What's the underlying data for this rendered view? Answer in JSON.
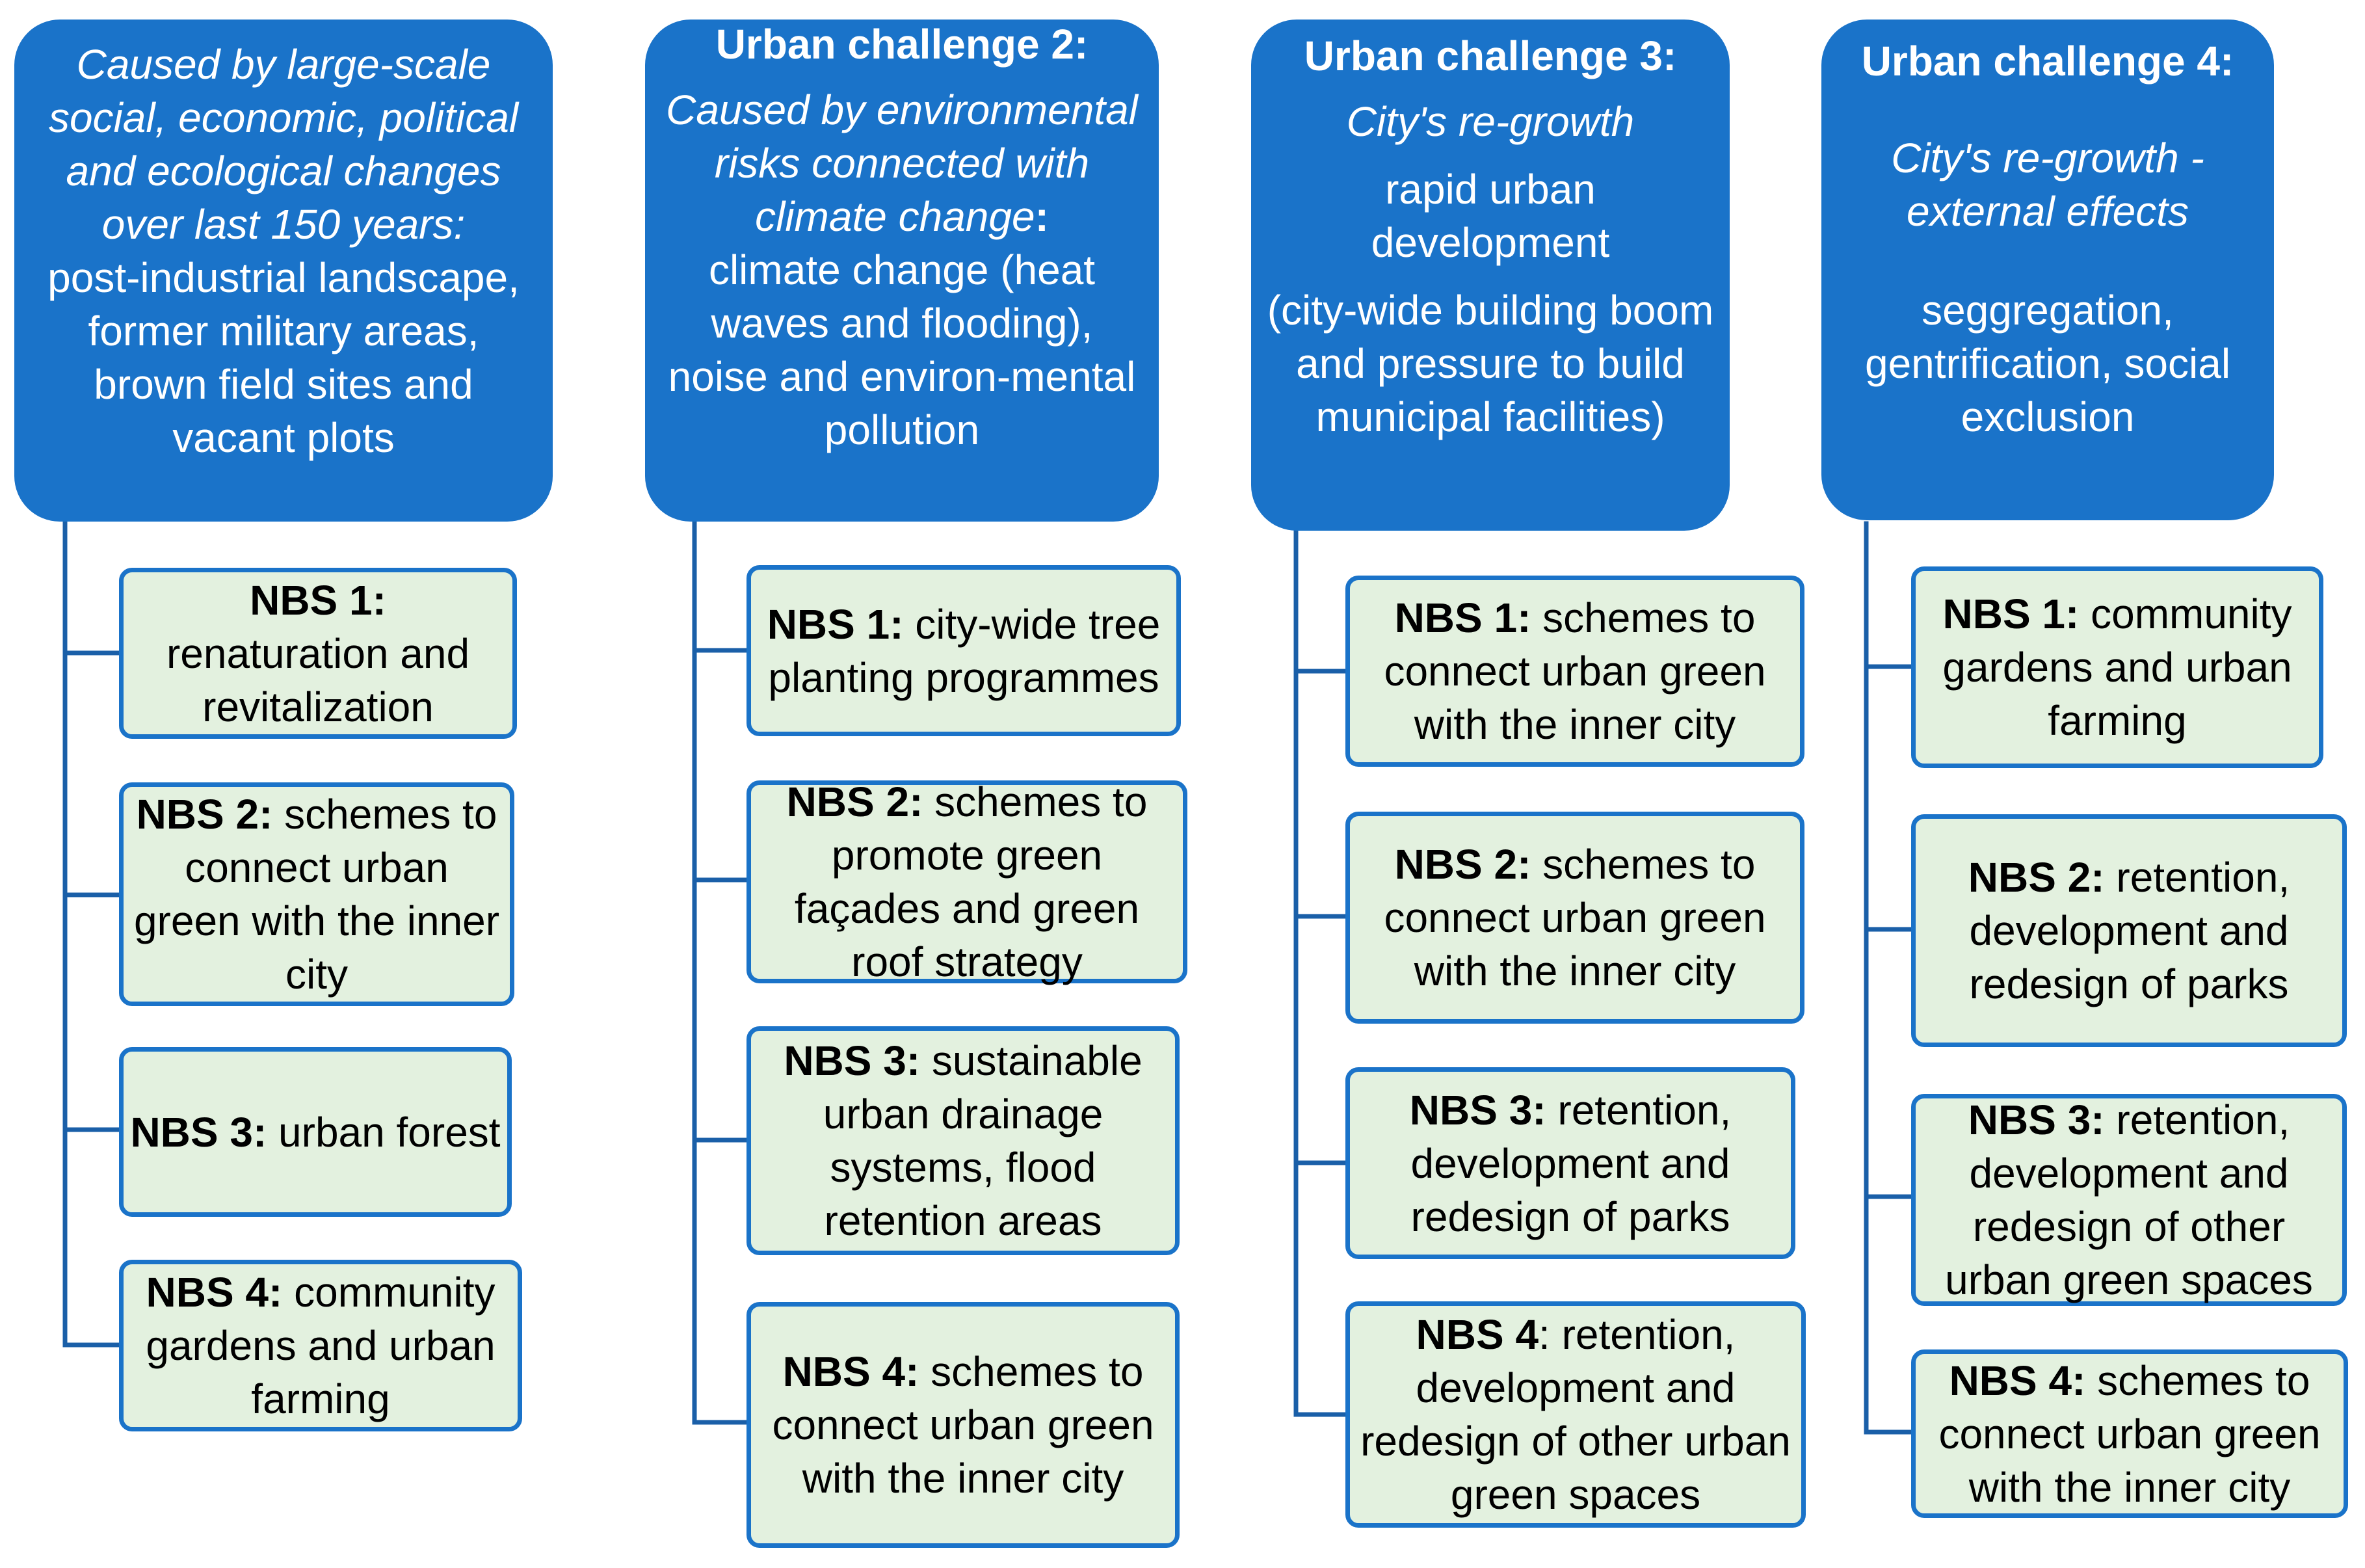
{
  "colors": {
    "header_fill": "#1a73c9",
    "nbs_fill": "#e3f1df",
    "nbs_border": "#1a73c9",
    "connector": "#1a5fa8",
    "header_text": "#ffffff",
    "nbs_text": "#000000"
  },
  "challenges": [
    {
      "heading": "",
      "cause": "Caused by large-scale social, economic, political and ecological changes over last 150 years:",
      "description": "post-industrial landscape, former military areas, brown field sites and vacant plots",
      "detail": "",
      "nbs": [
        {
          "label": "NBS 1:",
          "text": "renaturation and revitalization"
        },
        {
          "label": "NBS 2:",
          "text": "schemes to connect urban green with the inner city"
        },
        {
          "label": "NBS 3:",
          "text": "urban forest"
        },
        {
          "label": "NBS 4:",
          "text": "community gardens and urban farming"
        }
      ]
    },
    {
      "heading": "Urban challenge 2:",
      "cause": "Caused by environmental risks connected with climate change",
      "cause_suffix": ":",
      "description": "climate change (heat waves and flooding), noise and environ-mental pollution",
      "detail": "",
      "nbs": [
        {
          "label": "NBS 1:",
          "text": "city-wide tree planting programmes"
        },
        {
          "label": "NBS 2:",
          "text": "schemes to promote green façades and green roof strategy"
        },
        {
          "label": "NBS 3:",
          "text": "sustainable urban drainage systems, flood retention areas"
        },
        {
          "label": "NBS 4:",
          "text": "schemes to connect urban green with the inner city"
        }
      ]
    },
    {
      "heading": "Urban challenge 3:",
      "cause": "City's re-growth",
      "description": "rapid urban development",
      "detail": "(city-wide building boom and pressure to build municipal facilities)",
      "nbs": [
        {
          "label": "NBS 1:",
          "text": "schemes to connect urban green with the inner city"
        },
        {
          "label": "NBS 2:",
          "text": "schemes to connect urban green with the inner city"
        },
        {
          "label": "NBS 3:",
          "text": "retention, development and redesign of parks"
        },
        {
          "label": "NBS 4",
          "text": ": retention, development and redesign of other urban green spaces"
        }
      ]
    },
    {
      "heading": "Urban challenge 4:",
      "cause": "City's re-growth - external effects",
      "description": "seggregation, gentrification, social exclusion",
      "detail": "",
      "nbs": [
        {
          "label": "NBS 1:",
          "text": "community gardens and urban farming"
        },
        {
          "label": "NBS 2:",
          "text": "retention, development and redesign of parks"
        },
        {
          "label": "NBS 3:",
          "text": "retention, development and redesign of other urban green spaces"
        },
        {
          "label": "NBS 4:",
          "text": "schemes to connect urban green with the inner city"
        }
      ]
    }
  ]
}
